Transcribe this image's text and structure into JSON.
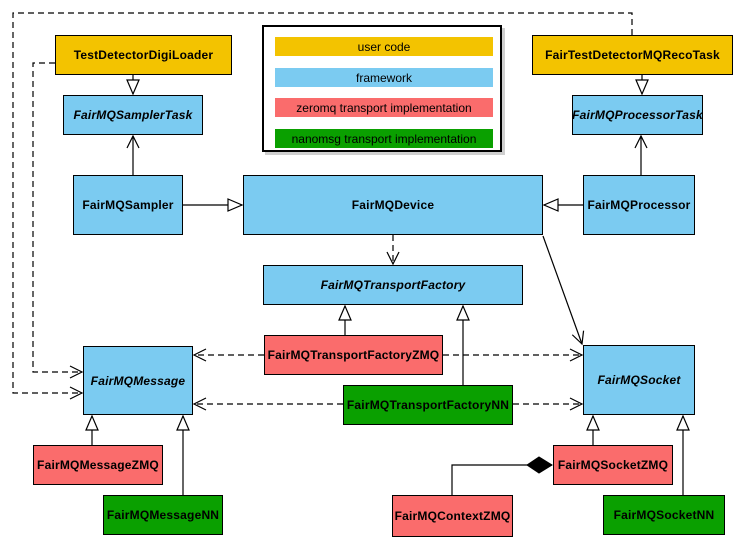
{
  "colors": {
    "user_code": "#F3C300",
    "framework": "#7BCBF1",
    "zeromq": "#FA6C6C",
    "nanomsg": "#0AA000",
    "border": "#000000",
    "background": "#FFFFFF"
  },
  "legend": {
    "items": [
      {
        "label": "user code",
        "color_key": "user_code"
      },
      {
        "label": "framework",
        "color_key": "framework"
      },
      {
        "label": "zeromq transport implementation",
        "color_key": "zeromq"
      },
      {
        "label": "nanomsg transport implementation",
        "color_key": "nanomsg"
      }
    ]
  },
  "nodes": {
    "test_detector_digi_loader": {
      "label": "TestDetectorDigiLoader",
      "category": "user code",
      "abstract": false
    },
    "fair_test_detector_mq_reco_task": {
      "label": "FairTestDetectorMQRecoTask",
      "category": "user code",
      "abstract": false
    },
    "fair_mq_sampler_task": {
      "label": "FairMQSamplerTask",
      "category": "framework",
      "abstract": true
    },
    "fair_mq_processor_task": {
      "label": "FairMQProcessorTask",
      "category": "framework",
      "abstract": true
    },
    "fair_mq_sampler": {
      "label": "FairMQSampler",
      "category": "framework",
      "abstract": false
    },
    "fair_mq_device": {
      "label": "FairMQDevice",
      "category": "framework",
      "abstract": false
    },
    "fair_mq_processor": {
      "label": "FairMQProcessor",
      "category": "framework",
      "abstract": false
    },
    "fair_mq_transport_factory": {
      "label": "FairMQTransportFactory",
      "category": "framework",
      "abstract": true
    },
    "fair_mq_transport_factory_zmq": {
      "label": "FairMQTransportFactoryZMQ",
      "category": "zeromq",
      "abstract": false
    },
    "fair_mq_transport_factory_nn": {
      "label": "FairMQTransportFactoryNN",
      "category": "nanomsg",
      "abstract": false
    },
    "fair_mq_message": {
      "label": "FairMQMessage",
      "category": "framework",
      "abstract": true
    },
    "fair_mq_socket": {
      "label": "FairMQSocket",
      "category": "framework",
      "abstract": true
    },
    "fair_mq_message_zmq": {
      "label": "FairMQMessageZMQ",
      "category": "zeromq",
      "abstract": false
    },
    "fair_mq_message_nn": {
      "label": "FairMQMessageNN",
      "category": "nanomsg",
      "abstract": false
    },
    "fair_mq_context_zmq": {
      "label": "FairMQContextZMQ",
      "category": "zeromq",
      "abstract": false
    },
    "fair_mq_socket_zmq": {
      "label": "FairMQSocketZMQ",
      "category": "zeromq",
      "abstract": false
    },
    "fair_mq_socket_nn": {
      "label": "FairMQSocketNN",
      "category": "nanomsg",
      "abstract": false
    }
  },
  "edges": [
    {
      "from": "TestDetectorDigiLoader",
      "to": "FairMQSamplerTask",
      "style": "solid",
      "head": "hollow-triangle"
    },
    {
      "from": "FairMQSampler",
      "to": "FairMQSamplerTask",
      "style": "solid",
      "head": "open-arrow"
    },
    {
      "from": "FairMQSampler",
      "to": "FairMQDevice",
      "style": "solid",
      "head": "hollow-triangle"
    },
    {
      "from": "FairTestDetectorMQRecoTask",
      "to": "FairMQProcessorTask",
      "style": "solid",
      "head": "hollow-triangle"
    },
    {
      "from": "FairMQProcessor",
      "to": "FairMQProcessorTask",
      "style": "solid",
      "head": "open-arrow"
    },
    {
      "from": "FairMQProcessor",
      "to": "FairMQDevice",
      "style": "solid",
      "head": "hollow-triangle"
    },
    {
      "from": "FairMQDevice",
      "to": "FairMQTransportFactory",
      "style": "dashed",
      "head": "open-arrow"
    },
    {
      "from": "FairMQDevice",
      "to": "FairMQSocket",
      "style": "solid",
      "head": "open-arrow"
    },
    {
      "from": "FairMQTransportFactoryZMQ",
      "to": "FairMQTransportFactory",
      "style": "solid",
      "head": "hollow-triangle"
    },
    {
      "from": "FairMQTransportFactoryNN",
      "to": "FairMQTransportFactory",
      "style": "solid",
      "head": "hollow-triangle"
    },
    {
      "from": "FairMQTransportFactoryZMQ",
      "to": "FairMQMessage",
      "style": "dashed",
      "head": "open-arrow"
    },
    {
      "from": "FairMQTransportFactoryZMQ",
      "to": "FairMQSocket",
      "style": "dashed",
      "head": "open-arrow"
    },
    {
      "from": "FairMQTransportFactoryNN",
      "to": "FairMQMessage",
      "style": "dashed",
      "head": "open-arrow"
    },
    {
      "from": "FairMQTransportFactoryNN",
      "to": "FairMQSocket",
      "style": "dashed",
      "head": "open-arrow"
    },
    {
      "from": "TestDetectorDigiLoader",
      "to": "FairMQMessage",
      "style": "dashed",
      "head": "open-arrow"
    },
    {
      "from": "FairTestDetectorMQRecoTask",
      "to": "FairMQMessage",
      "style": "dashed",
      "head": "open-arrow"
    },
    {
      "from": "FairMQMessageZMQ",
      "to": "FairMQMessage",
      "style": "solid",
      "head": "hollow-triangle"
    },
    {
      "from": "FairMQMessageNN",
      "to": "FairMQMessage",
      "style": "solid",
      "head": "hollow-triangle"
    },
    {
      "from": "FairMQSocketZMQ",
      "to": "FairMQSocket",
      "style": "solid",
      "head": "hollow-triangle"
    },
    {
      "from": "FairMQSocketNN",
      "to": "FairMQSocket",
      "style": "solid",
      "head": "hollow-triangle"
    },
    {
      "from": "FairMQContextZMQ",
      "to": "FairMQSocketZMQ",
      "style": "solid",
      "head": "filled-diamond"
    }
  ]
}
